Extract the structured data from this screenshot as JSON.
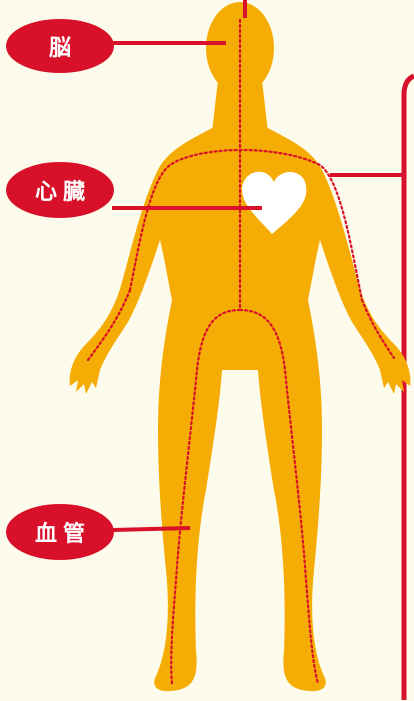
{
  "labels": {
    "brain": "脳",
    "heart": "心臓",
    "blood_vessels": "血管"
  },
  "colors": {
    "background": "#fdfbec",
    "body": "#f5ad05",
    "accent_red": "#d8102a",
    "vessel_dots": "#d8102a",
    "heart_fill": "#ffffff"
  }
}
